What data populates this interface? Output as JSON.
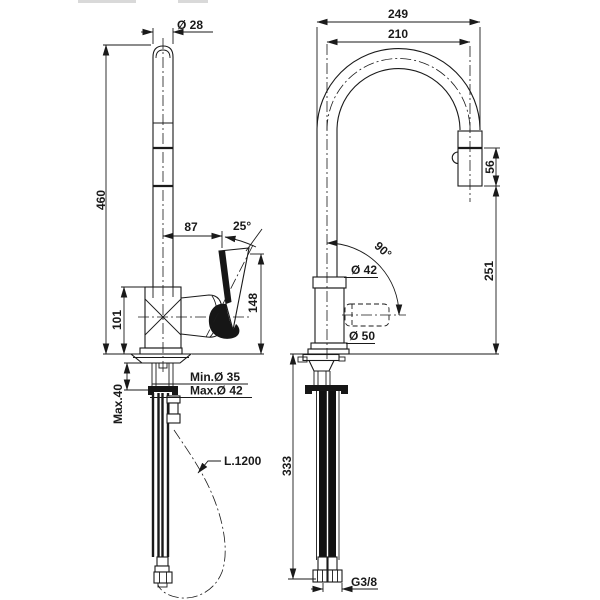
{
  "drawing": {
    "type": "faucet-technical-drawing",
    "colors": {
      "line": "#1a1a1a",
      "background": "#ffffff"
    },
    "dims": {
      "d28": "Ø 28",
      "d460": "460",
      "d87": "87",
      "a25": "25°",
      "d148": "148",
      "d101": "101",
      "max40": "Max.40",
      "min35": "Min.Ø 35",
      "max42": "Max.Ø 42",
      "l1200": "L.1200",
      "d249": "249",
      "d210": "210",
      "d56": "56",
      "d251": "251",
      "a90": "90°",
      "d42": "Ø 42",
      "d50": "Ø 50",
      "d333": "333",
      "g38": "G3/8"
    }
  }
}
